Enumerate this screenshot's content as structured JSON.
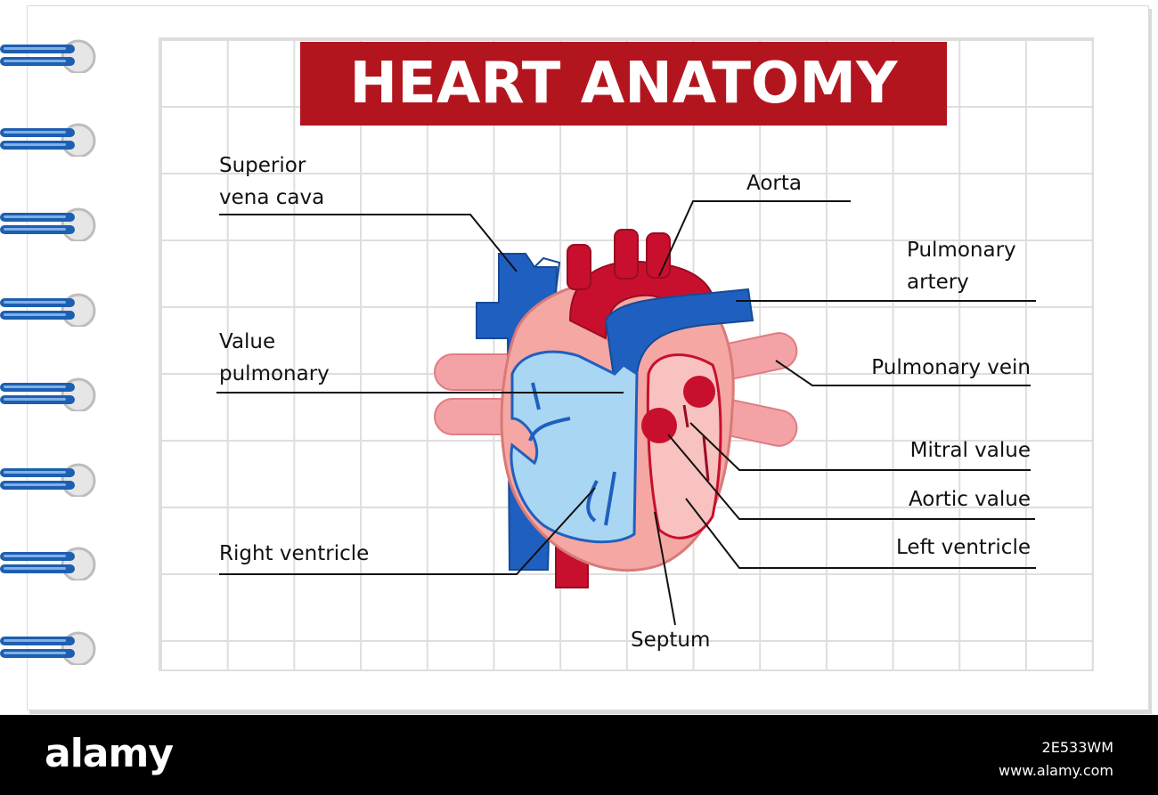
{
  "title": "HEART ANATOMY",
  "colors": {
    "title_bg": "#b3151f",
    "vein_blue": "#1f5fbf",
    "artery_red": "#c8102e",
    "chamber_light_blue": "#a9d6f2",
    "muscle_pink": "#f4a7a3",
    "pulmonary_vein_pink": "#f3a3a6",
    "ring_blue": "#1d5fb0"
  },
  "labels": {
    "superior_vena_cava": [
      "Superior",
      "vena cava"
    ],
    "value_pulmonary": [
      "Value",
      "pulmonary"
    ],
    "right_ventricle": "Right ventricle",
    "aorta": "Aorta",
    "pulmonary_artery": [
      "Pulmonary",
      "artery"
    ],
    "pulmonary_vein": "Pulmonary vein",
    "mitral_value": "Mitral value",
    "aortic_value": "Aortic value",
    "left_ventricle": "Left ventricle",
    "septum": "Septum"
  },
  "footer": {
    "logo": "alamy",
    "image_id": "2E533WM",
    "url": "www.alamy.com"
  }
}
